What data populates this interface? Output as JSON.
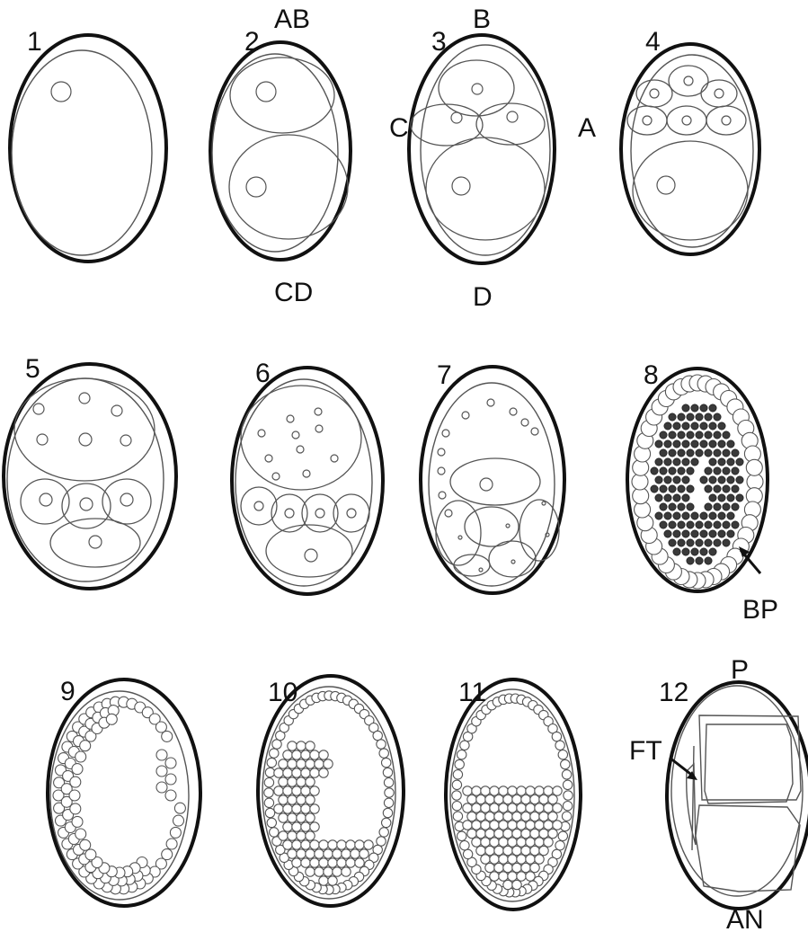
{
  "stages": [
    {
      "number": "1"
    },
    {
      "number": "2"
    },
    {
      "number": "3"
    },
    {
      "number": "4"
    },
    {
      "number": "5"
    },
    {
      "number": "6"
    },
    {
      "number": "7"
    },
    {
      "number": "8"
    },
    {
      "number": "9"
    },
    {
      "number": "10"
    },
    {
      "number": "11"
    },
    {
      "number": "12"
    }
  ],
  "labels": {
    "ab": "AB",
    "cd": "CD",
    "a": "A",
    "b": "B",
    "c": "C",
    "d": "D",
    "bp": "BP",
    "ft": "FT",
    "p": "P",
    "an": "AN"
  },
  "colors": {
    "outline": "#111111",
    "membrane": "#555555",
    "yolk": "#3a3a3a"
  }
}
